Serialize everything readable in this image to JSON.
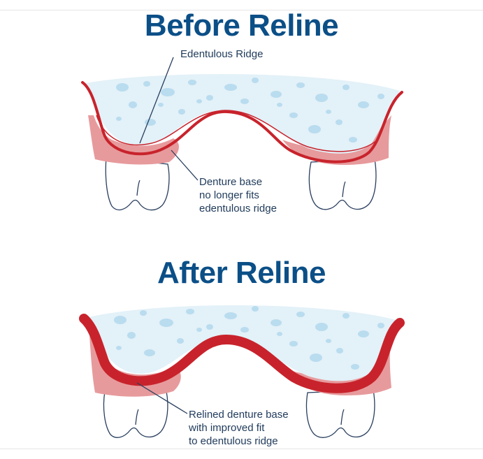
{
  "titles": {
    "before": "Before Reline",
    "after": "After Reline"
  },
  "labels": {
    "edentulous_ridge": "Edentulous Ridge",
    "denture_base": [
      "Denture base",
      "no longer fits",
      "edentulous ridge"
    ],
    "relined": [
      "Relined denture base",
      "with improved fit",
      "to edentulous ridge"
    ]
  },
  "colors": {
    "title": "#0b4f87",
    "label_text": "#1f3a5a",
    "bone_fill": "#e3f1f8",
    "bone_spots": "#b9dcef",
    "gum_pink": "#e79a9c",
    "denture_red": "#c8232c",
    "tooth_outline": "#2a3f5f",
    "leader_line": "#2a3f5f"
  }
}
